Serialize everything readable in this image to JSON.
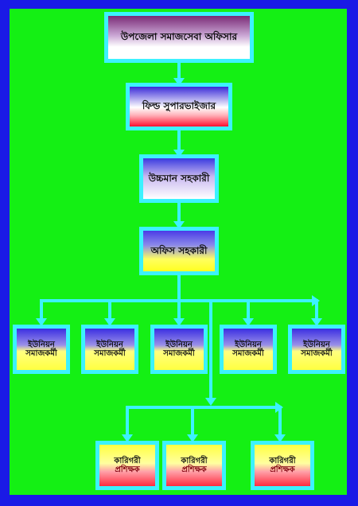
{
  "chart": {
    "top": "উপজেলা সমাজসেবা অফিসার",
    "field": "ফিল্ড সুপারভাইজার",
    "assistant": "উচ্চমান সহকারী",
    "office": "অফিস সহকারী",
    "union_line1": "ইউনিয়ন",
    "union_line2": "সমাজকর্মী",
    "trainer_line1": "কারিগরী",
    "trainer_line2": "প্রশিক্ষক"
  },
  "colors": {
    "frame": "#1a1ae6",
    "background": "#14f014",
    "connector": "#3cf2ff"
  }
}
